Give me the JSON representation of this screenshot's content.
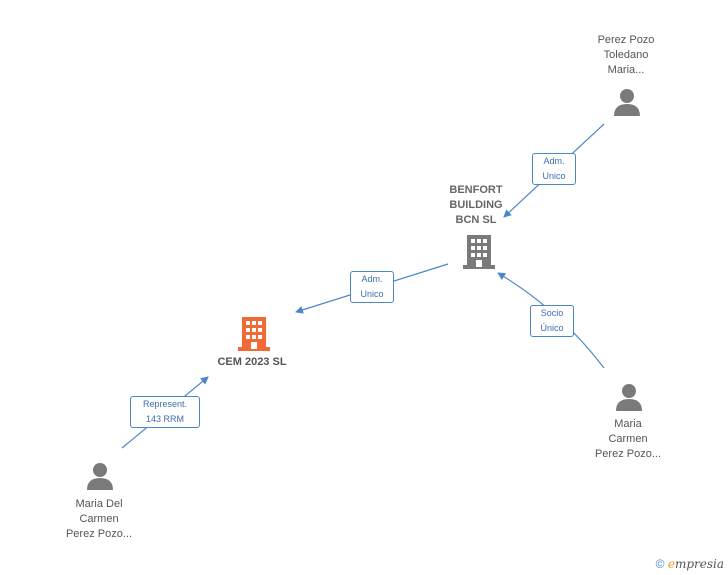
{
  "nodes": {
    "main_company": {
      "line1": "CEM 2023  SL",
      "color": "#f06a35"
    },
    "benfort": {
      "line1": "BENFORT",
      "line2": "BUILDING",
      "line3": "BCN SL",
      "color": "#7a7a7a"
    },
    "perez_toledano": {
      "line1": "Perez Pozo",
      "line2": "Toledano",
      "line3": "Maria..."
    },
    "maria_carmen_right": {
      "line1": "Maria",
      "line2": "Carmen",
      "line3": "Perez Pozo..."
    },
    "maria_del_carmen": {
      "line1": "Maria Del",
      "line2": "Carmen",
      "line3": "Perez Pozo..."
    }
  },
  "edges": {
    "adm_unico_top": {
      "line1": "Adm.",
      "line2": "Unico"
    },
    "adm_unico_mid": {
      "line1": "Adm.",
      "line2": "Unico"
    },
    "socio_unico": {
      "line1": "Socio",
      "line2": "Único"
    },
    "represent": {
      "line1": "Represent.",
      "line2": "143 RRM"
    }
  },
  "colors": {
    "edge": "#4a86c8",
    "person": "#7a7a7a"
  },
  "footer": {
    "copyright": "©",
    "brand_e": "e",
    "brand_rest": "mpresia"
  }
}
